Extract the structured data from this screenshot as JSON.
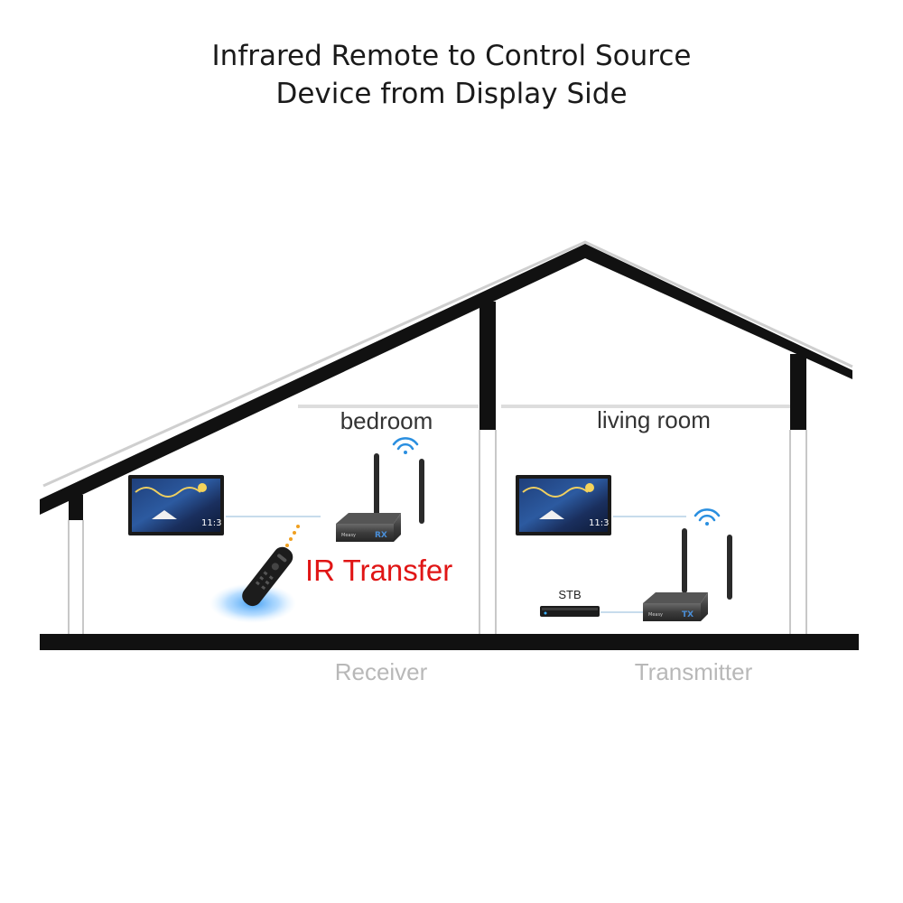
{
  "title": {
    "line1": "Infrared Remote to Control Source",
    "line2": "Device from Display Side"
  },
  "rooms": {
    "left": {
      "label": "bedroom"
    },
    "right": {
      "label": "living room"
    }
  },
  "ir_transfer": {
    "label": "IR Transfer"
  },
  "devices": {
    "receiver": {
      "label": "Receiver",
      "badge": "RX"
    },
    "transmitter": {
      "label": "Transmitter",
      "badge": "TX"
    },
    "stb": {
      "label": "STB"
    },
    "brand": "Measy"
  },
  "tv": {
    "time": "11:3"
  },
  "colors": {
    "ir_text": "#e01515",
    "wifi": "#2a8fe0",
    "device_label": "#b8b8b8",
    "house_outline": "#111111"
  }
}
